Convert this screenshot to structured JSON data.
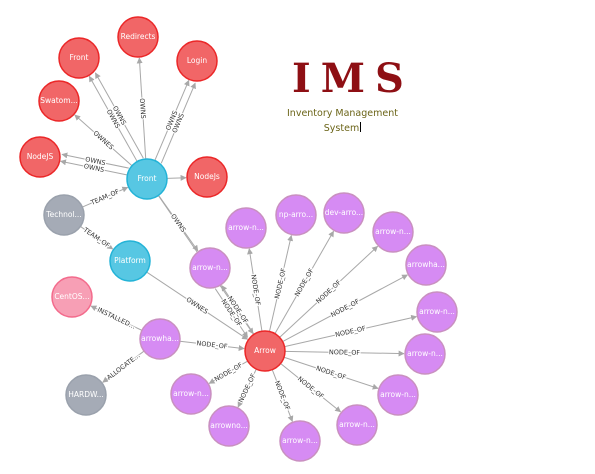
{
  "logo": {
    "mark": "IMS",
    "line1": "Inventory Management",
    "line2": "System"
  },
  "colors": {
    "red": "#f16667",
    "red_stroke": "#eb2728",
    "blue": "#57c7e3",
    "blue_stroke": "#23b3d7",
    "purple": "#d68bf3",
    "purple_stroke": "#c990c0",
    "gray": "#a5abb6",
    "gray_stroke": "#9aa1ac",
    "pink": "#f79fb5",
    "pink_stroke": "#f36b8c",
    "edge": "#a8a8a8"
  },
  "nodes": [
    {
      "id": "redirects",
      "label": "Redirects",
      "color": "red"
    },
    {
      "id": "front_top",
      "label": "Front",
      "color": "red"
    },
    {
      "id": "login",
      "label": "Login",
      "color": "red"
    },
    {
      "id": "swatom",
      "label": "Swatom...",
      "color": "red"
    },
    {
      "id": "nodejs_left",
      "label": "NodeJS",
      "color": "red"
    },
    {
      "id": "front_hub",
      "label": "Front",
      "color": "blue"
    },
    {
      "id": "nodejs_right",
      "label": "NodeJs",
      "color": "red"
    },
    {
      "id": "technol",
      "label": "Technol...",
      "color": "gray"
    },
    {
      "id": "platform",
      "label": "Platform",
      "color": "blue"
    },
    {
      "id": "centos",
      "label": "CentOS...",
      "color": "pink"
    },
    {
      "id": "arrowha_left",
      "label": "arrowha...",
      "color": "purple"
    },
    {
      "id": "hardw",
      "label": "HARDW...",
      "color": "gray"
    },
    {
      "id": "arrow",
      "label": "Arrow",
      "color": "red"
    },
    {
      "id": "arrow_n1",
      "label": "arrow-n...",
      "color": "purple"
    },
    {
      "id": "np_arro",
      "label": "np-arro...",
      "color": "purple"
    },
    {
      "id": "dev_arro",
      "label": "dev-arro...",
      "color": "purple"
    },
    {
      "id": "arrow_n2",
      "label": "arrow-n...",
      "color": "purple"
    },
    {
      "id": "arrowha_right",
      "label": "arrowha...",
      "color": "purple"
    },
    {
      "id": "arrow_n3",
      "label": "arrow-n...",
      "color": "purple"
    },
    {
      "id": "arrow_n4",
      "label": "arrow-n...",
      "color": "purple"
    },
    {
      "id": "arrow_n5",
      "label": "arrow-n...",
      "color": "purple"
    },
    {
      "id": "arrow_n6",
      "label": "arrow-n...",
      "color": "purple"
    },
    {
      "id": "arrow_n7",
      "label": "arrow-n...",
      "color": "purple"
    },
    {
      "id": "arrowno",
      "label": "arrowno...",
      "color": "purple"
    },
    {
      "id": "arrow_n8",
      "label": "arrow-n...",
      "color": "purple"
    },
    {
      "id": "arrow_n9",
      "label": "arrow-n...",
      "color": "purple"
    }
  ],
  "edges": [
    {
      "from": "front_hub",
      "to": "redirects",
      "label": "OWNS"
    },
    {
      "from": "front_hub",
      "to": "front_top",
      "label": "OWNS"
    },
    {
      "from": "front_hub",
      "to": "login",
      "label": "OWNS"
    },
    {
      "from": "front_hub",
      "to": "swatom",
      "label": "OWNES"
    },
    {
      "from": "front_hub",
      "to": "nodejs_left",
      "label": "OWNS"
    },
    {
      "from": "front_hub",
      "to": "nodejs_left",
      "label": "OWNS"
    },
    {
      "from": "front_hub",
      "to": "nodejs_right",
      "label": ""
    },
    {
      "from": "front_hub",
      "to": "login",
      "label": "OWNS"
    },
    {
      "from": "front_hub",
      "to": "front_top",
      "label": "OWNS"
    },
    {
      "from": "technol",
      "to": "front_hub",
      "label": "TEAM_OF"
    },
    {
      "from": "technol",
      "to": "platform",
      "label": "TEAM_OF"
    },
    {
      "from": "platform",
      "to": "arrow",
      "label": "OWNES"
    },
    {
      "from": "front_hub",
      "to": "arrow",
      "label": "OWNS"
    },
    {
      "from": "front_hub",
      "to": "arrow_n6",
      "label": "OWNS"
    },
    {
      "from": "arrowha_left",
      "to": "centos",
      "label": "INSTALLED..."
    },
    {
      "from": "arrowha_left",
      "to": "hardw",
      "label": "ALLOCATE..."
    },
    {
      "from": "arrowha_left",
      "to": "arrow",
      "label": "NODE_OF"
    },
    {
      "from": "arrow",
      "to": "arrow_n1",
      "label": "NODE_OF"
    },
    {
      "from": "arrow",
      "to": "np_arro",
      "label": "NODE_OF"
    },
    {
      "from": "arrow",
      "to": "dev_arro",
      "label": "NODE_OF"
    },
    {
      "from": "arrow",
      "to": "arrow_n2",
      "label": "NODE_OF"
    },
    {
      "from": "arrow",
      "to": "arrowha_right",
      "label": "NODE_OF"
    },
    {
      "from": "arrow",
      "to": "arrow_n3",
      "label": "NODE_OF"
    },
    {
      "from": "arrow",
      "to": "arrow_n4",
      "label": "NODE_OF"
    },
    {
      "from": "arrow",
      "to": "arrow_n5",
      "label": "NODE_OF"
    },
    {
      "from": "arrow",
      "to": "arrow_n6",
      "label": "NODE_OF"
    },
    {
      "from": "arrow",
      "to": "arrow_n7",
      "label": "NODE_OF"
    },
    {
      "from": "arrow",
      "to": "arrowno",
      "label": "NODE_OF"
    },
    {
      "from": "arrow",
      "to": "arrow_n8",
      "label": "NODE_OF"
    },
    {
      "from": "arrow",
      "to": "arrow_n9",
      "label": "NODE_OF"
    },
    {
      "from": "arrow_n6",
      "to": "arrow",
      "label": "NODE_OF"
    }
  ]
}
